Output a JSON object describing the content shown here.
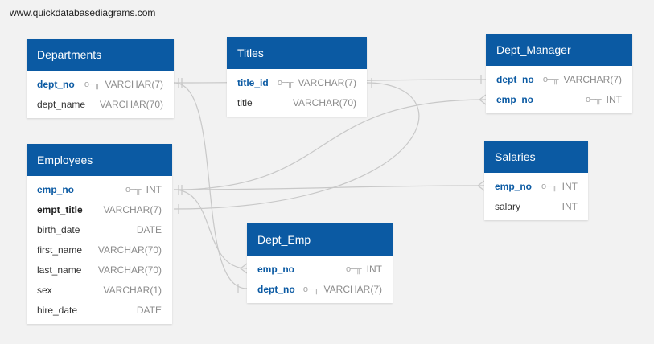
{
  "watermark": "www.quickdatabasediagrams.com",
  "colors": {
    "header": "#0b5aa3",
    "pk_text": "#0b5aa3",
    "line": "#c8c8c8",
    "background": "#f2f2f2"
  },
  "icons": {
    "key": "key-icon"
  },
  "tables": {
    "departments": {
      "title": "Departments",
      "columns": [
        {
          "name": "dept_no",
          "type": "VARCHAR(7)",
          "key": true
        },
        {
          "name": "dept_name",
          "type": "VARCHAR(70)",
          "key": false
        }
      ]
    },
    "titles": {
      "title": "Titles",
      "columns": [
        {
          "name": "title_id",
          "type": "VARCHAR(7)",
          "key": true
        },
        {
          "name": "title",
          "type": "VARCHAR(70)",
          "key": false
        }
      ]
    },
    "dept_manager": {
      "title": "Dept_Manager",
      "columns": [
        {
          "name": "dept_no",
          "type": "VARCHAR(7)",
          "key": true
        },
        {
          "name": "emp_no",
          "type": "INT",
          "key": true
        }
      ]
    },
    "employees": {
      "title": "Employees",
      "columns": [
        {
          "name": "emp_no",
          "type": "INT",
          "key": true
        },
        {
          "name": "empt_title",
          "type": "VARCHAR(7)",
          "key": false
        },
        {
          "name": "birth_date",
          "type": "DATE",
          "key": false
        },
        {
          "name": "first_name",
          "type": "VARCHAR(70)",
          "key": false
        },
        {
          "name": "last_name",
          "type": "VARCHAR(70)",
          "key": false
        },
        {
          "name": "sex",
          "type": "VARCHAR(1)",
          "key": false
        },
        {
          "name": "hire_date",
          "type": "DATE",
          "key": false
        }
      ]
    },
    "salaries": {
      "title": "Salaries",
      "columns": [
        {
          "name": "emp_no",
          "type": "INT",
          "key": true
        },
        {
          "name": "salary",
          "type": "INT",
          "key": false
        }
      ]
    },
    "dept_emp": {
      "title": "Dept_Emp",
      "columns": [
        {
          "name": "emp_no",
          "type": "INT",
          "key": true
        },
        {
          "name": "dept_no",
          "type": "VARCHAR(7)",
          "key": true
        }
      ]
    }
  }
}
